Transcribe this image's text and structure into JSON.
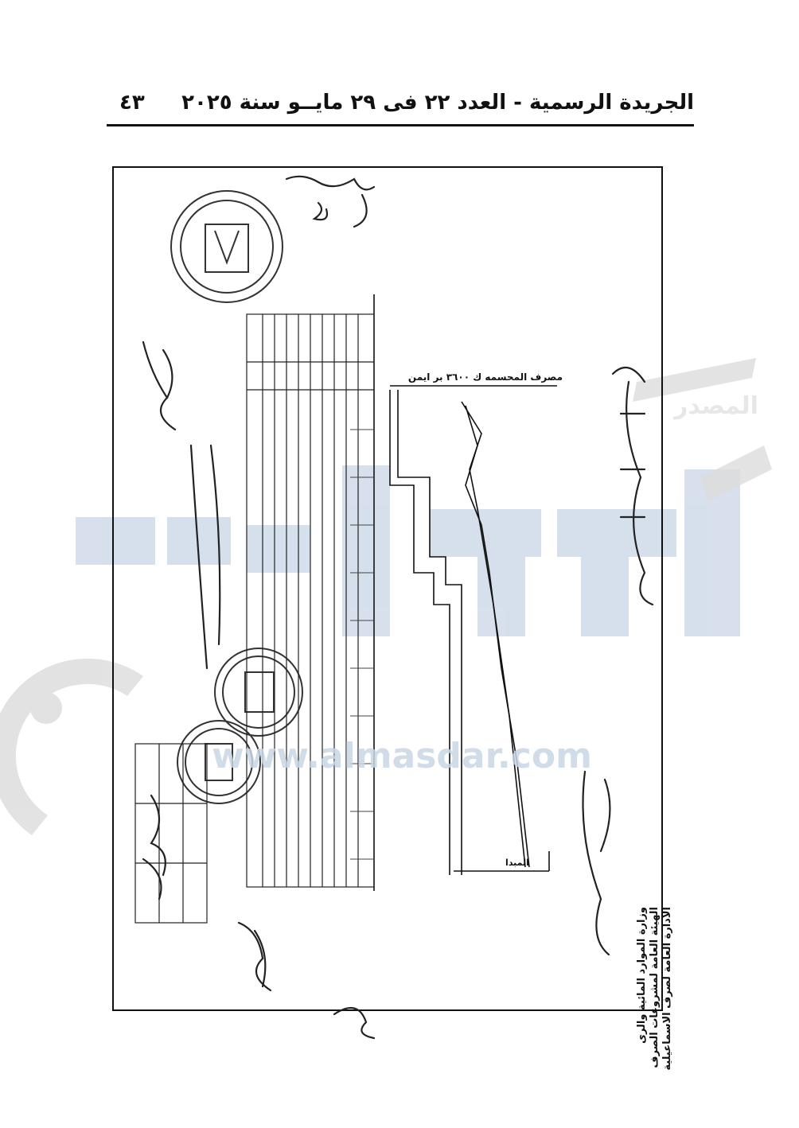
{
  "header": {
    "title": "الجريدة الرسمية - العدد ٢٢ فى ٢٩ مايــو سنة ٢٠٢٥",
    "page_number": "٤٣"
  },
  "drawing": {
    "canal_label": "مصرف المحسمه ك ٣٦٠٠ بر ايمن",
    "start_label": "المبدا",
    "authority_lines": [
      "وزارة الموارد المائية والرى",
      "الهيئة العامة لمشروعات الصرف",
      "الادارة العامة لصرف الاسماعيلية"
    ],
    "watermark_url": "www.almasdar.com",
    "watermark_logo": "المصدر"
  }
}
